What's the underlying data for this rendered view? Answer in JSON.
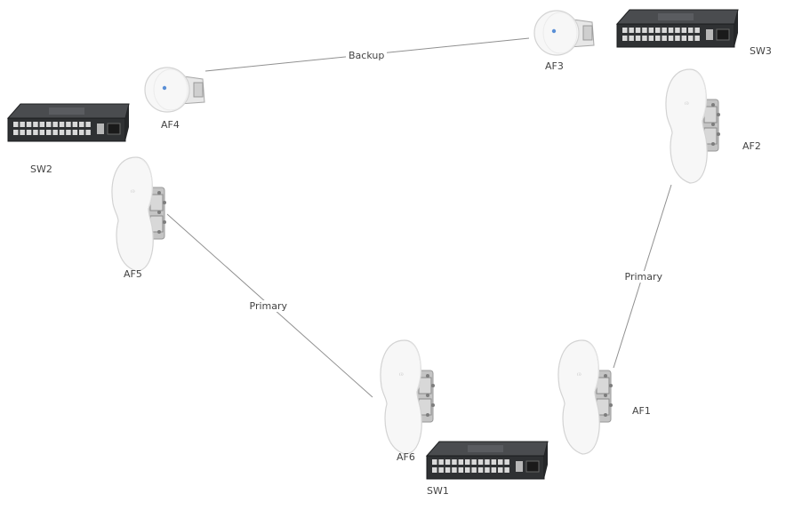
{
  "nodes": [
    {
      "id": "AF1",
      "label": "AF1",
      "kind": "airfiber-dish"
    },
    {
      "id": "AF2",
      "label": "AF2",
      "kind": "airfiber-dish"
    },
    {
      "id": "AF3",
      "label": "AF3",
      "kind": "airfiber-small-dish"
    },
    {
      "id": "AF4",
      "label": "AF4",
      "kind": "airfiber-small-dish"
    },
    {
      "id": "AF5",
      "label": "AF5",
      "kind": "airfiber-dish"
    },
    {
      "id": "AF6",
      "label": "AF6",
      "kind": "airfiber-dish"
    },
    {
      "id": "SW1",
      "label": "SW1",
      "kind": "network-switch"
    },
    {
      "id": "SW2",
      "label": "SW2",
      "kind": "network-switch"
    },
    {
      "id": "SW3",
      "label": "SW3",
      "kind": "network-switch"
    }
  ],
  "links": [
    {
      "from": "AF4",
      "to": "AF3",
      "label": "Backup"
    },
    {
      "from": "AF5",
      "to": "AF6",
      "label": "Primary"
    },
    {
      "from": "AF1",
      "to": "AF2",
      "label": "Primary"
    }
  ],
  "colors": {
    "line": "#909090",
    "dish_fill": "#f7f7f7",
    "dish_stroke": "#d3d3d3",
    "mount": "#9a9a9a",
    "switch_body": "#2f3133",
    "switch_top": "#4a4c4f",
    "port": "#d9d9d9",
    "label": "#444444"
  }
}
